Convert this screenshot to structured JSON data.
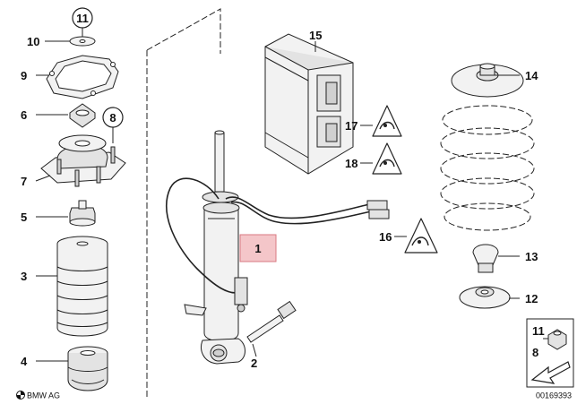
{
  "callouts": {
    "c1": "1",
    "c2": "2",
    "c3": "3",
    "c4": "4",
    "c5": "5",
    "c6": "6",
    "c7": "7",
    "c8": "8",
    "c9": "9",
    "c10": "10",
    "c11": "11",
    "c12": "12",
    "c13": "13",
    "c14": "14",
    "c15": "15",
    "c16": "16",
    "c17": "17",
    "c18": "18",
    "legend_11": "11",
    "legend_8": "8"
  },
  "footer": {
    "logo_text": "BMW AG",
    "diagram_code": "00169393"
  },
  "colors": {
    "highlight_fill": "#f4c6c9",
    "highlight_stroke": "#d97a82",
    "line": "#222222"
  }
}
